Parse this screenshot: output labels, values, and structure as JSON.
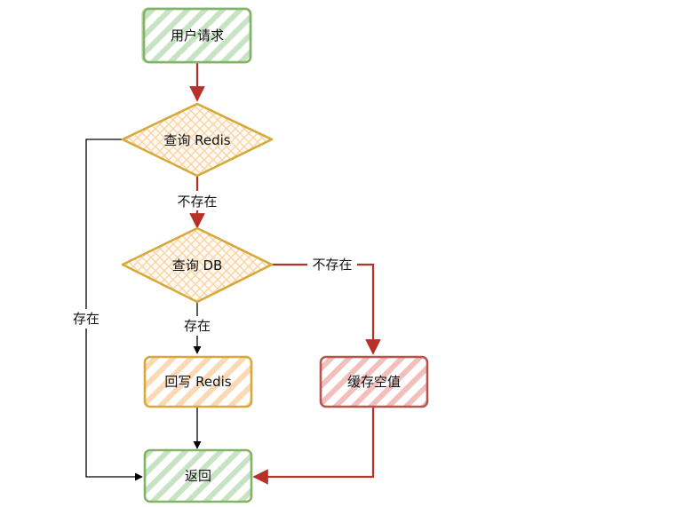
{
  "nodes": {
    "user_request": {
      "label": "用户请求",
      "fill": "#d5e8d4",
      "stroke": "#82b366"
    },
    "query_redis": {
      "label": "查询 Redis",
      "fill": "#ffe6cc",
      "stroke": "#d6b656"
    },
    "query_db": {
      "label": "查询 DB",
      "fill": "#ffe6cc",
      "stroke": "#d6b656"
    },
    "write_back_redis": {
      "label": "回写 Redis",
      "fill": "#ffe6cc",
      "stroke": "#d6b656"
    },
    "cache_empty": {
      "label": "缓存空值",
      "fill": "#f8cecc",
      "stroke": "#b85450"
    },
    "return": {
      "label": "返回",
      "fill": "#d5e8d4",
      "stroke": "#82b366"
    }
  },
  "edges": {
    "redis_not_exist": "不存在",
    "db_not_exist": "不存在",
    "db_exist": "存在",
    "redis_exist": "存在"
  },
  "colors": {
    "red_arrow": "#b8302a",
    "black_arrow": "#000000",
    "diamond_stroke": "#d6a93a"
  }
}
